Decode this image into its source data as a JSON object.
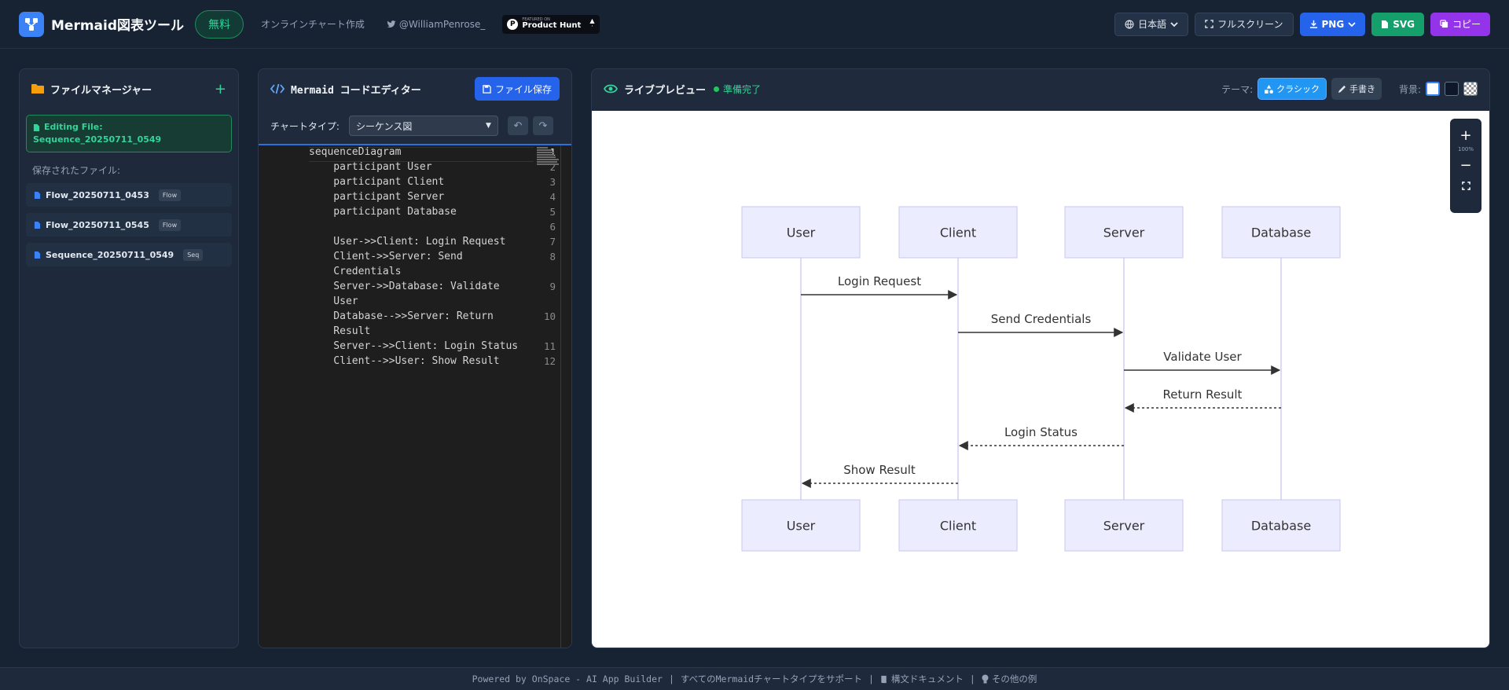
{
  "header": {
    "app_title": "Mermaid図表ツール",
    "free_badge": "無料",
    "subtitle": "オンラインチャート作成",
    "twitter_handle": "@WilliamPenrose_",
    "product_hunt_small": "FEATURED ON",
    "product_hunt_label": "Product Hunt",
    "language": "日本語",
    "fullscreen": "フルスクリーン",
    "png": "PNG",
    "svg": "SVG",
    "copy": "コピー"
  },
  "file_manager": {
    "title": "ファイルマネージャー",
    "editing_prefix": "Editing File:",
    "editing_name": "Sequence_20250711_0549",
    "saved_label": "保存されたファイル:",
    "files": [
      {
        "name": "Flow_20250711_0453",
        "tag": "Flow"
      },
      {
        "name": "Flow_20250711_0545",
        "tag": "Flow"
      },
      {
        "name": "Sequence_20250711_0549",
        "tag": "Seq"
      }
    ]
  },
  "editor": {
    "title": "Mermaid コードエディター",
    "save_button": "ファイル保存",
    "chart_type_label": "チャートタイプ:",
    "chart_type_value": "シーケンス図",
    "lines": [
      {
        "n": "1",
        "parts": [
          "sequenceDiagram"
        ]
      },
      {
        "n": "2",
        "parts": [
          "    participant User"
        ]
      },
      {
        "n": "3",
        "parts": [
          "    participant Client"
        ]
      },
      {
        "n": "4",
        "parts": [
          "    participant Server"
        ]
      },
      {
        "n": "5",
        "parts": [
          "    participant Database"
        ]
      },
      {
        "n": "6",
        "parts": [
          ""
        ]
      },
      {
        "n": "7",
        "parts": [
          "    User->>Client: Login Request"
        ]
      },
      {
        "n": "8",
        "parts": [
          "    Client->>Server: Send",
          "    Credentials"
        ]
      },
      {
        "n": "9",
        "parts": [
          "    Server->>Database: Validate",
          "    User"
        ]
      },
      {
        "n": "10",
        "parts": [
          "    Database-->>Server: Return",
          "    Result"
        ]
      },
      {
        "n": "11",
        "parts": [
          "    Server-->>Client: Login Status"
        ]
      },
      {
        "n": "12",
        "parts": [
          "    Client-->>User: Show Result"
        ]
      }
    ]
  },
  "preview": {
    "title": "ライブプレビュー",
    "status": "準備完了",
    "theme_label": "テーマ:",
    "theme_classic": "クラシック",
    "theme_handdrawn": "手書き",
    "bg_label": "背景:",
    "zoom_level": "100%",
    "diagram": {
      "participants": [
        "User",
        "Client",
        "Server",
        "Database"
      ],
      "messages": [
        {
          "from": 0,
          "to": 1,
          "label": "Login Request",
          "dashed": false
        },
        {
          "from": 1,
          "to": 2,
          "label": "Send Credentials",
          "dashed": false
        },
        {
          "from": 2,
          "to": 3,
          "label": "Validate User",
          "dashed": false
        },
        {
          "from": 3,
          "to": 2,
          "label": "Return Result",
          "dashed": true
        },
        {
          "from": 2,
          "to": 1,
          "label": "Login Status",
          "dashed": true
        },
        {
          "from": 1,
          "to": 0,
          "label": "Show Result",
          "dashed": true
        }
      ]
    }
  },
  "footer": {
    "powered": "Powered by OnSpace - AI App Builder",
    "sep1": "|",
    "support": "すべてのMermaidチャートタイプをサポート",
    "sep2": "|",
    "docs": "構文ドキュメント",
    "sep3": "|",
    "examples": "その他の例"
  }
}
